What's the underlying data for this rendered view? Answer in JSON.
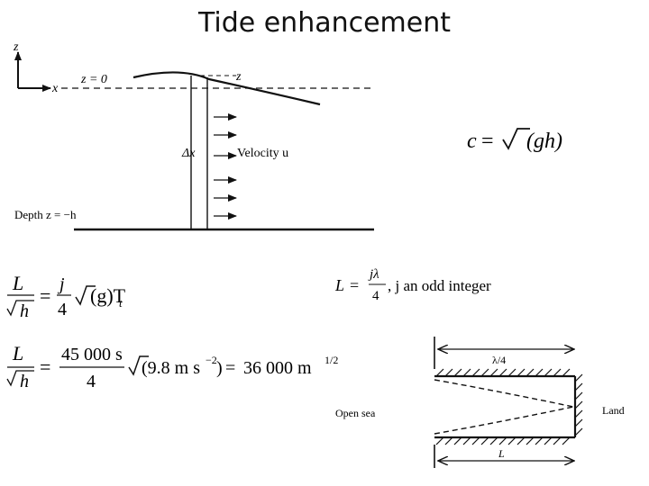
{
  "title": "Tide enhancement",
  "channel_diagram": {
    "axis_z": "z",
    "axis_x": "x",
    "surface_label": "z = 0",
    "wave_label": "z",
    "element_label": "Δx",
    "velocity_label": "Velocity u",
    "depth_label": "Depth z = −h"
  },
  "equations": {
    "wave_speed": {
      "lhs": "c",
      "eq": "=",
      "rhs": "(gh)"
    },
    "ratio": {
      "num_L": "L",
      "den_h": "h",
      "eq": "=",
      "j": "j",
      "four": "4",
      "rhs": "(g)T",
      "sub": "t"
    },
    "numeric": {
      "num_L": "L",
      "den_h": "h",
      "eq": "=",
      "num": "45 000 s",
      "den": "4",
      "rhs": "(9.8 m s",
      "exp": "−2",
      "close": ")",
      "eq2": "=",
      "result": "36 000 m",
      "result_exp": "1/2"
    },
    "resonance": {
      "lhs": "L",
      "eq": "=",
      "num": "jλ",
      "den": "4",
      "tail": ", j an odd integer"
    }
  },
  "basin_diagram": {
    "lambda_label": "λ/4",
    "open_sea": "Open sea",
    "land": "Land",
    "length_label": "L"
  }
}
